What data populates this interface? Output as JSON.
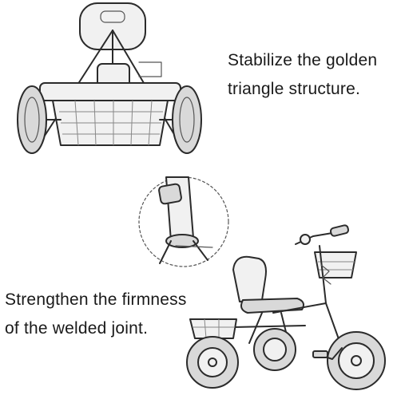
{
  "captions": {
    "top": {
      "line1": "Stabilize the golden",
      "line2": "triangle structure."
    },
    "bottom": {
      "line1": "Strengthen the firmness",
      "line2": "of the welded joint."
    }
  },
  "illustrations": {
    "top": "tricycle-rear-view-sketch",
    "middle": "welded-joint-closeup-sketch",
    "bottom": "tricycle-side-view-sketch"
  },
  "colors": {
    "background": "#ffffff",
    "ink": "#2b2b2b",
    "text": "#1a1a1a"
  }
}
